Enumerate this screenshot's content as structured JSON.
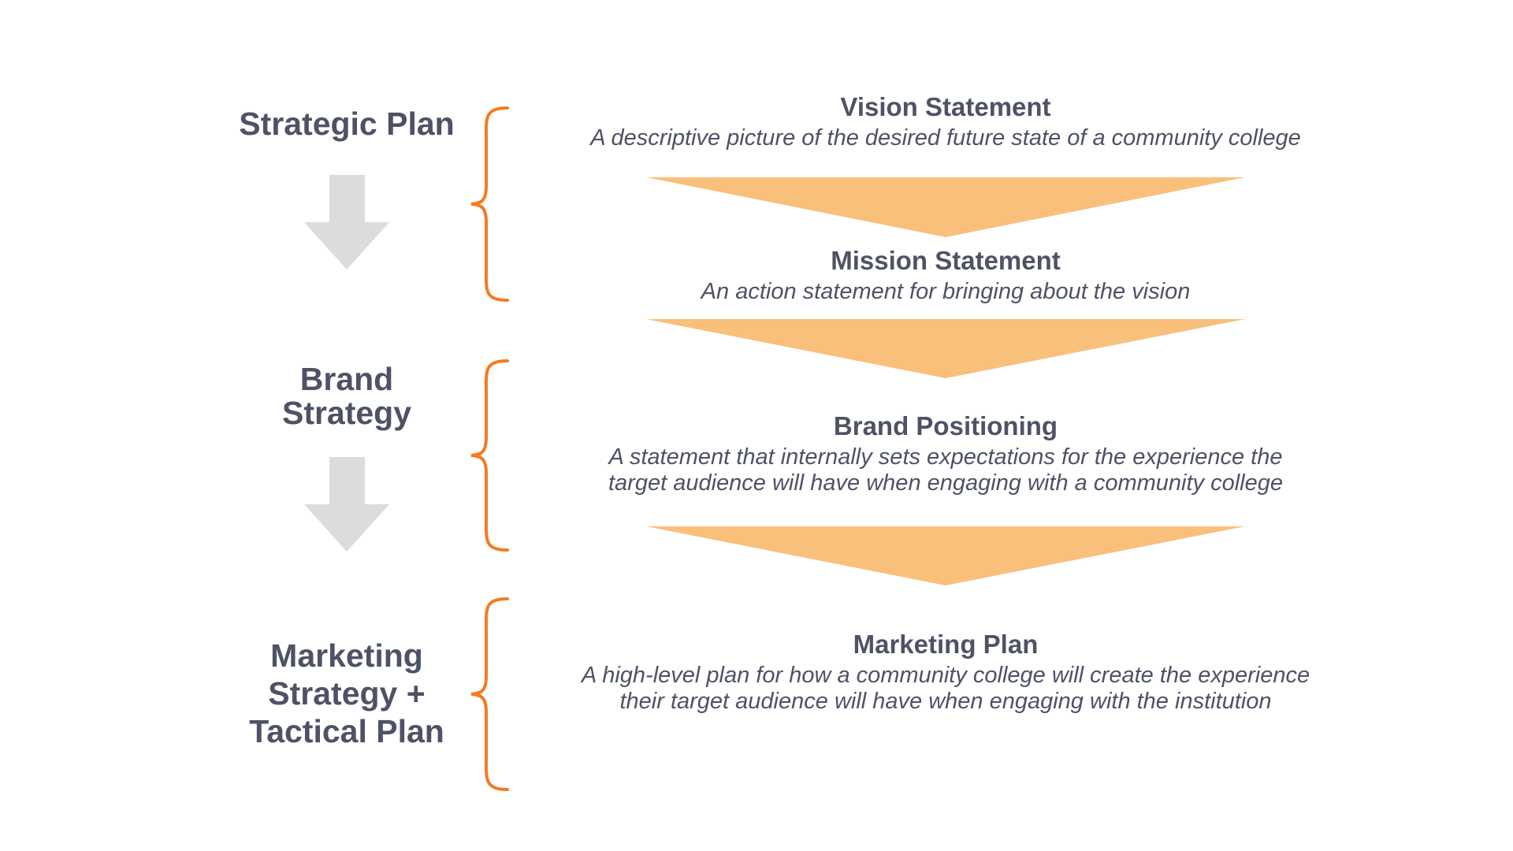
{
  "left_labels": {
    "strategic_plan": [
      "Strategic Plan"
    ],
    "brand_strategy": [
      "Brand",
      "Strategy"
    ],
    "marketing_strategy": [
      "Marketing",
      "Strategy +",
      "Tactical Plan"
    ]
  },
  "blocks": {
    "vision": {
      "title": "Vision Statement",
      "description": [
        "A descriptive picture of the desired future state of a community college"
      ]
    },
    "mission": {
      "title": "Mission Statement",
      "description": [
        "An action statement for bringing about the vision"
      ]
    },
    "brand_positioning": {
      "title": "Brand Positioning",
      "description": [
        "A statement that internally sets expectations for the experience the",
        "target audience will have when engaging with a community college"
      ]
    },
    "marketing_plan": {
      "title": "Marketing Plan",
      "description": [
        "A high-level plan for how a community college will create the experience",
        "their target audience will have when engaging with the institution"
      ]
    }
  },
  "colors": {
    "text": "#4e5266",
    "brace": "#f47b20",
    "funnel": "#f9c07c",
    "down_arrow": "#dcdcdc"
  }
}
